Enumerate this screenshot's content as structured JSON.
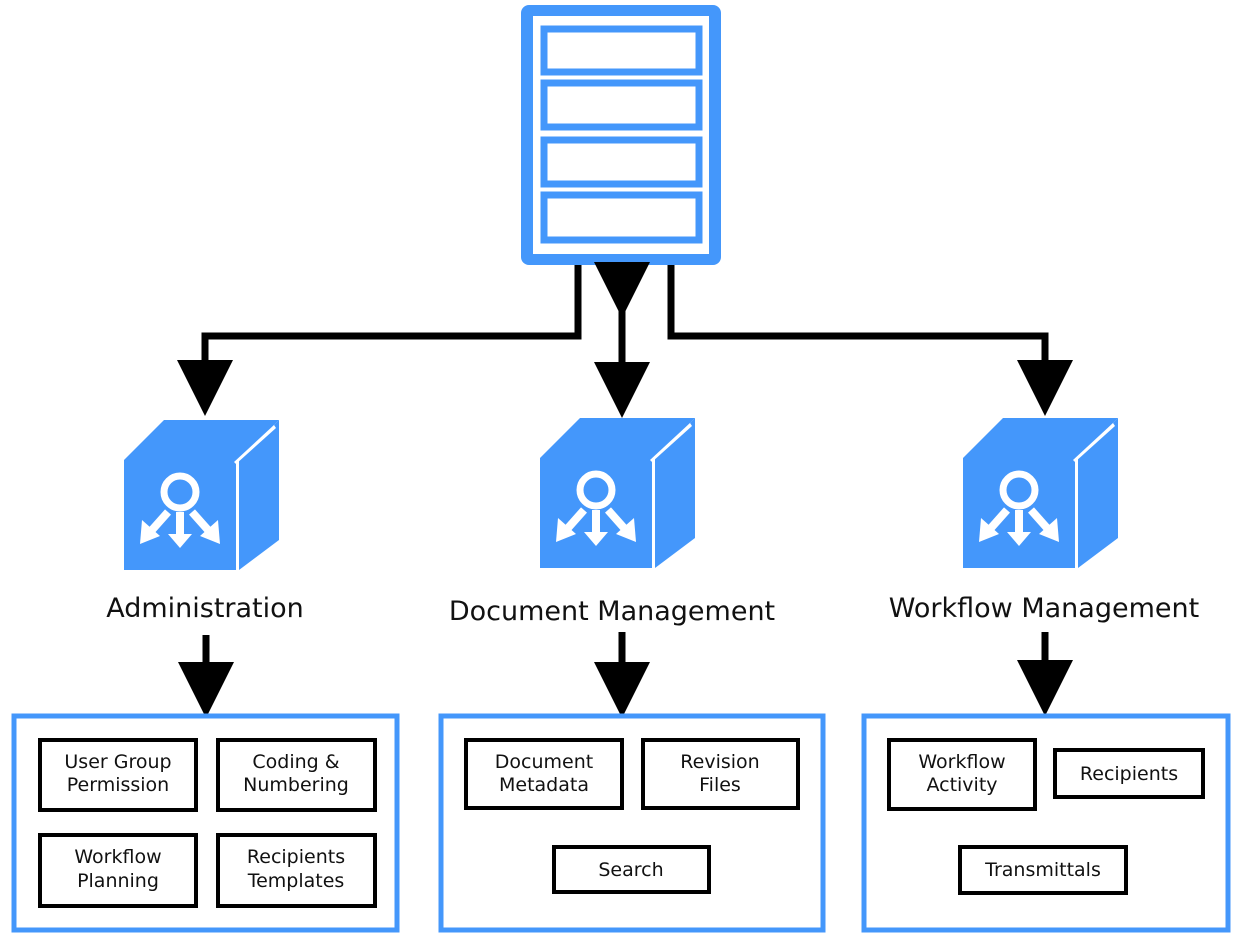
{
  "colors": {
    "accent": "#4497fb",
    "line": "#000000",
    "background": "#ffffff"
  },
  "server": {
    "icon": "server-rack-icon"
  },
  "modules": [
    {
      "id": "administration",
      "title": "Administration",
      "icon": "module-cube-icon",
      "items": [
        {
          "line1": "User Group",
          "line2": "Permission"
        },
        {
          "line1": "Coding &",
          "line2": "Numbering"
        },
        {
          "line1": "Workflow",
          "line2": "Planning"
        },
        {
          "line1": "Recipients",
          "line2": "Templates"
        }
      ]
    },
    {
      "id": "document-management",
      "title": "Document Management",
      "icon": "module-cube-icon",
      "items": [
        {
          "line1": "Document",
          "line2": "Metadata"
        },
        {
          "line1": "Revision",
          "line2": "Files"
        },
        {
          "line1": "Search",
          "line2": ""
        }
      ]
    },
    {
      "id": "workflow-management",
      "title": "Workflow Management",
      "icon": "module-cube-icon",
      "items": [
        {
          "line1": "Workflow",
          "line2": "Activity"
        },
        {
          "line1": "Recipients",
          "line2": ""
        },
        {
          "line1": "Transmittals",
          "line2": ""
        }
      ]
    }
  ]
}
